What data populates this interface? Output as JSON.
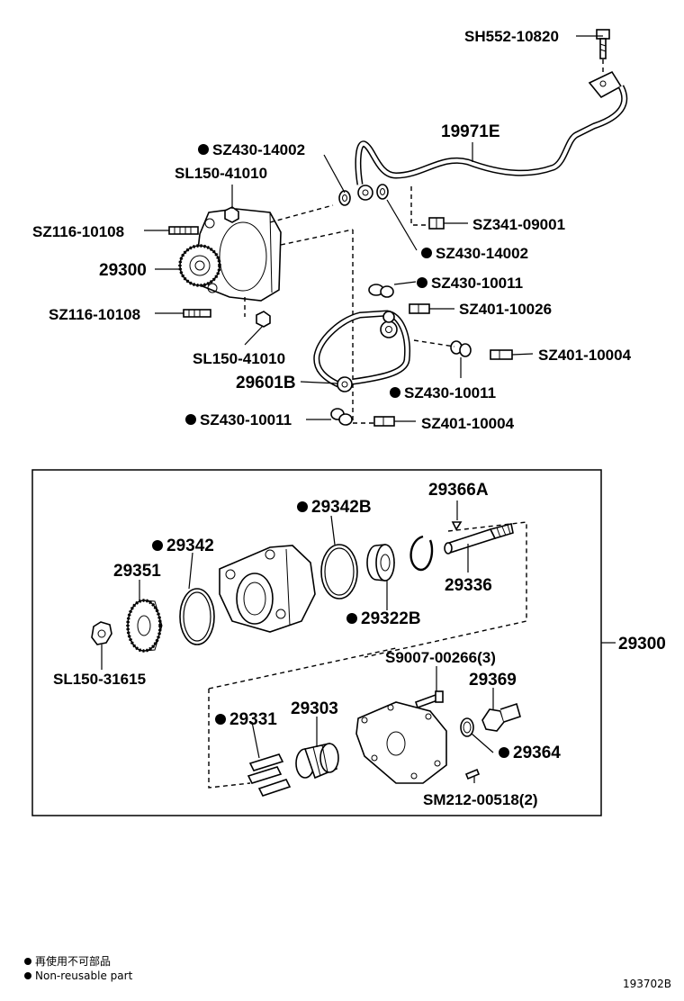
{
  "labels": {
    "sh552_10820": "SH552-10820",
    "p19971e": "19971E",
    "sz430_14002_a": "SZ430-14002",
    "sl150_41010_a": "SL150-41010",
    "sz116_10108_a": "SZ116-10108",
    "p29300_top": "29300",
    "sz116_10108_b": "SZ116-10108",
    "sl150_41010_b": "SL150-41010",
    "sz341_09001": "SZ341-09001",
    "sz430_14002_b": "SZ430-14002",
    "sz430_10011_a": "SZ430-10011",
    "sz401_10026": "SZ401-10026",
    "sz401_10004_a": "SZ401-10004",
    "p29601b": "29601B",
    "sz430_10011_b": "SZ430-10011",
    "sz430_10011_c": "SZ430-10011",
    "sz401_10004_b": "SZ401-10004",
    "p29366a": "29366A",
    "p29342b": "29342B",
    "p29342": "29342",
    "p29351": "29351",
    "p29336": "29336",
    "p29322b": "29322B",
    "p29300_right": "29300",
    "sl150_31615": "SL150-31615",
    "s9007_00266": "S9007-00266(3)",
    "p29369": "29369",
    "p29331": "29331",
    "p29303": "29303",
    "p29364": "29364",
    "sm212_00518": "SM212-00518(2)"
  },
  "legend": {
    "line1": "再使用不可部品",
    "line2": "Non-reusable part"
  },
  "figure_code": "193702B"
}
